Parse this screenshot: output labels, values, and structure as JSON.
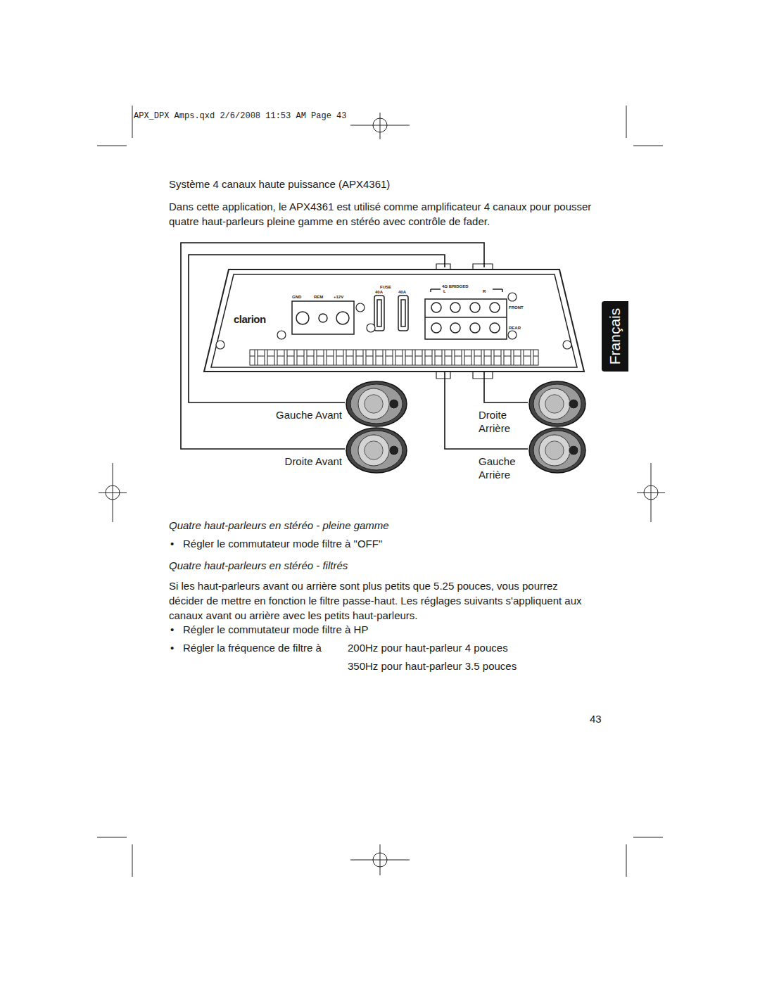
{
  "diagram": {
    "title": "Système 4 canaux haute puissance (APX4361)",
    "nodes": [
      {
        "text": [
          "clarion",
          "GND",
          "REM",
          "+12V",
          "FUSE",
          "40A",
          "40A",
          "4Ω BRIDGED",
          "L",
          "R",
          "FRONT",
          "REAR"
        ]
      },
      {
        "text": [
          "Gauche Avant"
        ]
      },
      {
        "text": [
          "Droite Arrière"
        ]
      },
      {
        "text": [
          "Droite Avant"
        ]
      },
      {
        "text": [
          "Gauche Arrière"
        ]
      }
    ],
    "edges": [
      {
        "from": 0,
        "to": 1,
        "arrow": "none"
      },
      {
        "from": 0,
        "to": 2,
        "arrow": "none"
      },
      {
        "from": 0,
        "to": 3,
        "arrow": "none"
      },
      {
        "from": 0,
        "to": 4,
        "arrow": "none"
      }
    ],
    "labels": [
      "APX_DPX Amps.qxd 2/6/2008 11:53 AM Page 43",
      "Dans cette application, le APX4361 est utilisé comme amplificateur 4 canaux pour pousser quatre haut-parleurs pleine gamme en stéréo avec contrôle de fader.",
      "Quatre haut-parleurs en stéréo - pleine gamme",
      "•",
      "Régler le commutateur mode filtre à \"OFF\"",
      "Quatre haut-parleurs en stéréo - filtrés",
      "Si les haut-parleurs avant ou arrière sont plus petits que 5.25 pouces, vous pourrez décider de mettre en fonction le filtre passe-haut. Les réglages suivants s'appliquent aux canaux avant ou arrière avec les petits haut-parleurs.",
      "•",
      "Régler le commutateur mode filtre à HP",
      "•",
      "Régler la fréquence de filtre à",
      "200Hz pour haut-parleur 4 pouces",
      "350Hz pour haut-parleur 3.5 pouces",
      "43",
      "Français"
    ]
  }
}
